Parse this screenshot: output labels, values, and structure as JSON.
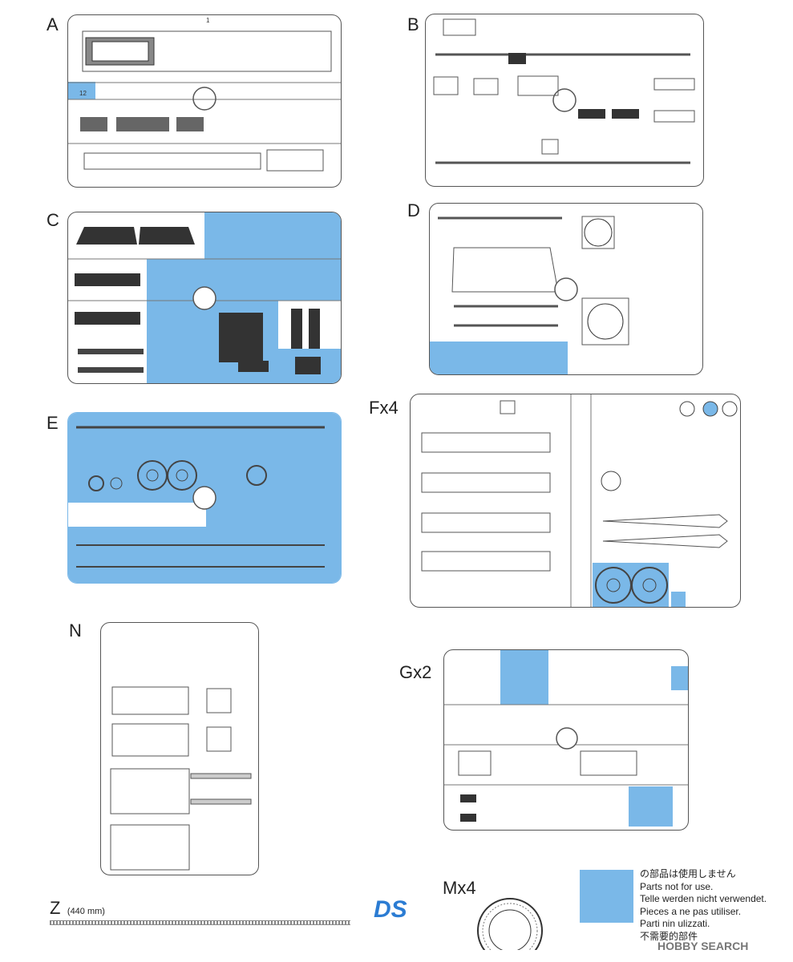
{
  "sprues": {
    "a": {
      "label": "A"
    },
    "b": {
      "label": "B"
    },
    "c": {
      "label": "C"
    },
    "d": {
      "label": "D"
    },
    "e": {
      "label": "E"
    },
    "f": {
      "label": "Fx4"
    },
    "n": {
      "label": "N"
    },
    "g": {
      "label": "Gx2"
    },
    "m": {
      "label": "Mx4"
    },
    "z": {
      "label": "Z",
      "note": "(440 mm)"
    }
  },
  "legend": {
    "lines": [
      "の部品は使用しません",
      "Parts not for use.",
      "Telle werden nicht verwendet.",
      "Pieces a ne pas utiliser.",
      "Parti nin ulizzati.",
      "不需要的部件"
    ],
    "color": "#7ab8e8"
  },
  "logo": {
    "text": "DS"
  },
  "watermark": {
    "text": "HOBBY SEARCH"
  },
  "colors": {
    "unused": "#7ab8e8",
    "line": "#555555",
    "part": "#333333"
  }
}
